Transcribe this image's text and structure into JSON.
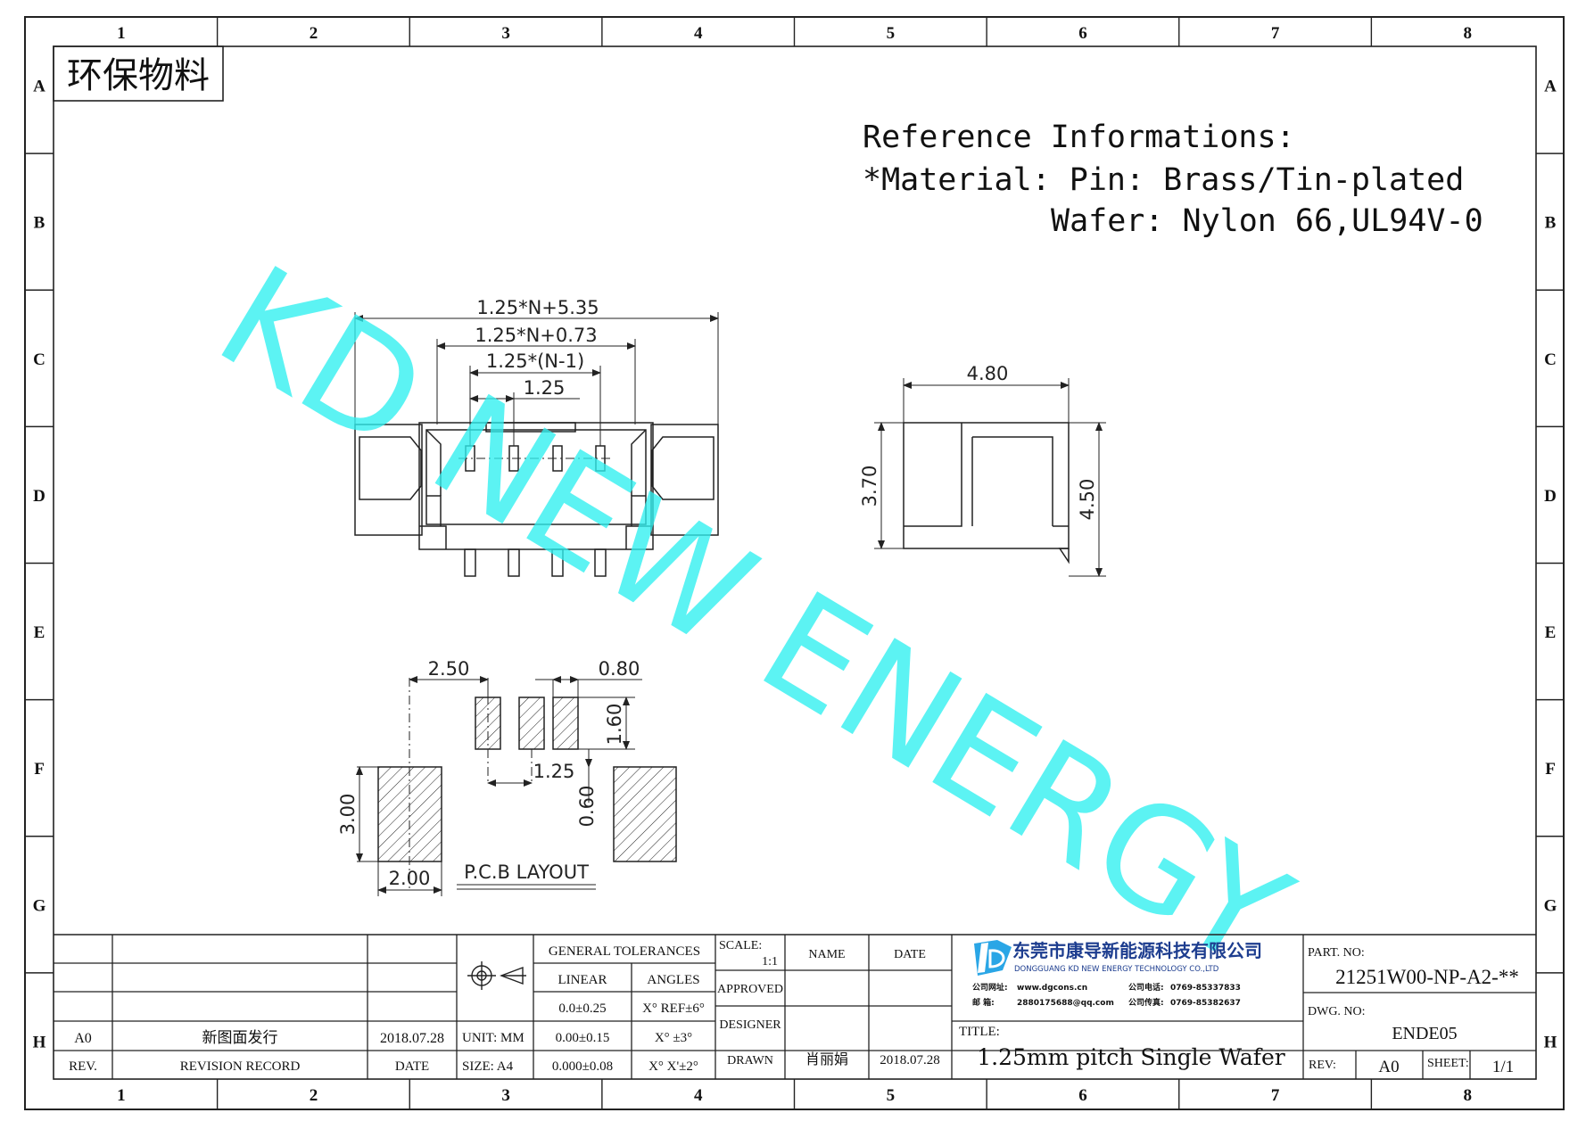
{
  "frame": {
    "columns": [
      "1",
      "2",
      "3",
      "4",
      "5",
      "6",
      "7",
      "8"
    ],
    "rows": [
      "A",
      "B",
      "C",
      "D",
      "E",
      "F",
      "G",
      "H"
    ]
  },
  "eco_label": "环保物料",
  "watermark": "KD NEW ENERGY",
  "reference": {
    "line1": "Reference Informations:",
    "line2": "*Material: Pin: Brass/Tin-plated",
    "line3": "Wafer: Nylon 66,UL94V-0"
  },
  "front_view": {
    "dim_total": "1.25*N+5.35",
    "dim_inner": "1.25*N+0.73",
    "dim_span": "1.25*(N-1)",
    "dim_pitch": "1.25"
  },
  "side_view": {
    "dim_width": "4.80",
    "dim_height": "3.70",
    "dim_total_height": "4.50"
  },
  "pcb": {
    "dim_offset": "2.50",
    "dim_pad_width": "0.80",
    "dim_pad_length": "1.60",
    "dim_pitch": "1.25",
    "dim_gap": "0.60",
    "dim_mount_length": "3.00",
    "dim_mount_width": "2.00",
    "label": "P.C.B  LAYOUT"
  },
  "title_block": {
    "rev_row": {
      "rev": "A0",
      "record": "新图面发行",
      "date": "2018.07.28"
    },
    "rev_header": {
      "rev": "REV.",
      "record": "REVISION RECORD",
      "date": "DATE"
    },
    "unit": "UNIT: MM",
    "size": "SIZE: A4",
    "tolerances": {
      "header": "GENERAL TOLERANCES",
      "linear": "LINEAR",
      "angles": "ANGLES",
      "rows": [
        {
          "linear": "0.0±0.25",
          "angle": "X° REF±6°"
        },
        {
          "linear": "0.00±0.15",
          "angle": "X° ±3°"
        },
        {
          "linear": "0.000±0.08",
          "angle": "X° X'±2°"
        }
      ]
    },
    "scale_label": "SCALE:",
    "scale_value": "1:1",
    "name_header": "NAME",
    "date_header": "DATE",
    "approved": "APPROVED",
    "designer": "DESIGNER",
    "drawn": "DRAWN",
    "drawn_name": "肖丽娟",
    "drawn_date": "2018.07.28",
    "company_cn": "东莞市康导新能源科技有限公司",
    "company_en": "DONGGUANG KD NEW ENERGY TECHNOLOGY CO.,LTD",
    "contact_web_label": "公司网址:",
    "contact_web": "www.dgcons.cn",
    "contact_phone_label": "公司电话:",
    "contact_phone": "0769-85337833",
    "contact_mail_label": "邮    箱:",
    "contact_mail": "2880175688@qq.com",
    "contact_fax_label": "公司传真:",
    "contact_fax": "0769-85382637",
    "title_label": "TITLE:",
    "title": "1.25mm pitch Single Wafer",
    "part_no_label": "PART. NO:",
    "part_no": "21251W00-NP-A2-**",
    "dwg_no_label": "DWG. NO:",
    "dwg_no": "ENDE05",
    "rev_label": "REV:",
    "rev_value": "A0",
    "sheet_label": "SHEET:",
    "sheet_value": "1/1"
  }
}
